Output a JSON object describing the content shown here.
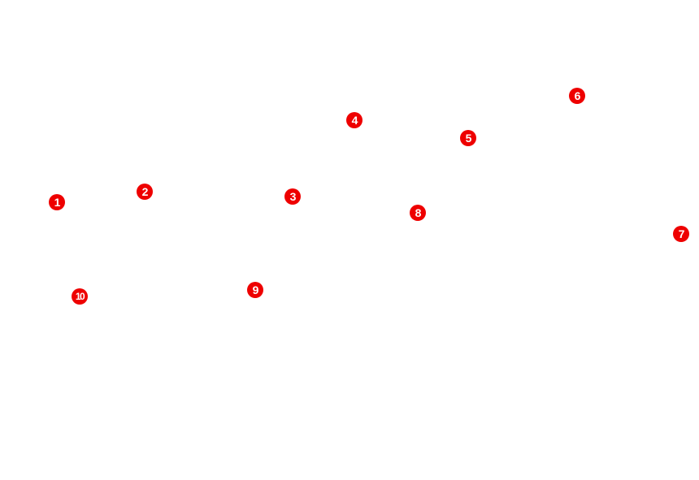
{
  "colors": {
    "background": "#ffffff",
    "marker_fill": "#ee0000",
    "marker_text": "#ffffff"
  },
  "markers": [
    {
      "label": "1"
    },
    {
      "label": "2"
    },
    {
      "label": "3"
    },
    {
      "label": "4"
    },
    {
      "label": "5"
    },
    {
      "label": "6"
    },
    {
      "label": "7"
    },
    {
      "label": "8"
    },
    {
      "label": "9"
    },
    {
      "label": "10"
    }
  ]
}
